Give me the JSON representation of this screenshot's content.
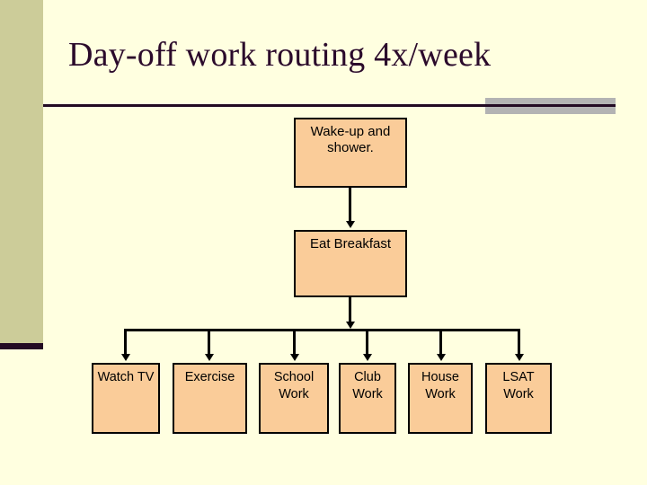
{
  "slide": {
    "title": "Day-off work routing 4x/week",
    "background_color": "#FFFFE0",
    "sidebar_color": "#CCCC99",
    "accent_color": "#230A23",
    "rule_accent_color": "#B3B3B3",
    "node_fill_color": "#FACC99",
    "node_border_color": "#000000"
  },
  "flowchart": {
    "type": "flowchart",
    "orientation": "top-down",
    "levels": [
      {
        "level": 1,
        "nodes": [
          {
            "id": "wake-up",
            "label": "Wake-up and shower."
          }
        ]
      },
      {
        "level": 2,
        "nodes": [
          {
            "id": "eat-breakfast",
            "label": "Eat Breakfast"
          }
        ]
      },
      {
        "level": 3,
        "nodes": [
          {
            "id": "watch-tv",
            "label": "Watch TV"
          },
          {
            "id": "exercise",
            "label": "Exercise"
          },
          {
            "id": "school-work",
            "label": "School Work"
          },
          {
            "id": "club-work",
            "label": "Club Work"
          },
          {
            "id": "house-work",
            "label": "House Work"
          },
          {
            "id": "lsat-work",
            "label": "LSAT Work"
          }
        ]
      }
    ],
    "edges": [
      {
        "from": "wake-up",
        "to": "eat-breakfast"
      },
      {
        "from": "eat-breakfast",
        "to": "watch-tv"
      },
      {
        "from": "eat-breakfast",
        "to": "exercise"
      },
      {
        "from": "eat-breakfast",
        "to": "school-work"
      },
      {
        "from": "eat-breakfast",
        "to": "club-work"
      },
      {
        "from": "eat-breakfast",
        "to": "house-work"
      },
      {
        "from": "eat-breakfast",
        "to": "lsat-work"
      }
    ]
  }
}
